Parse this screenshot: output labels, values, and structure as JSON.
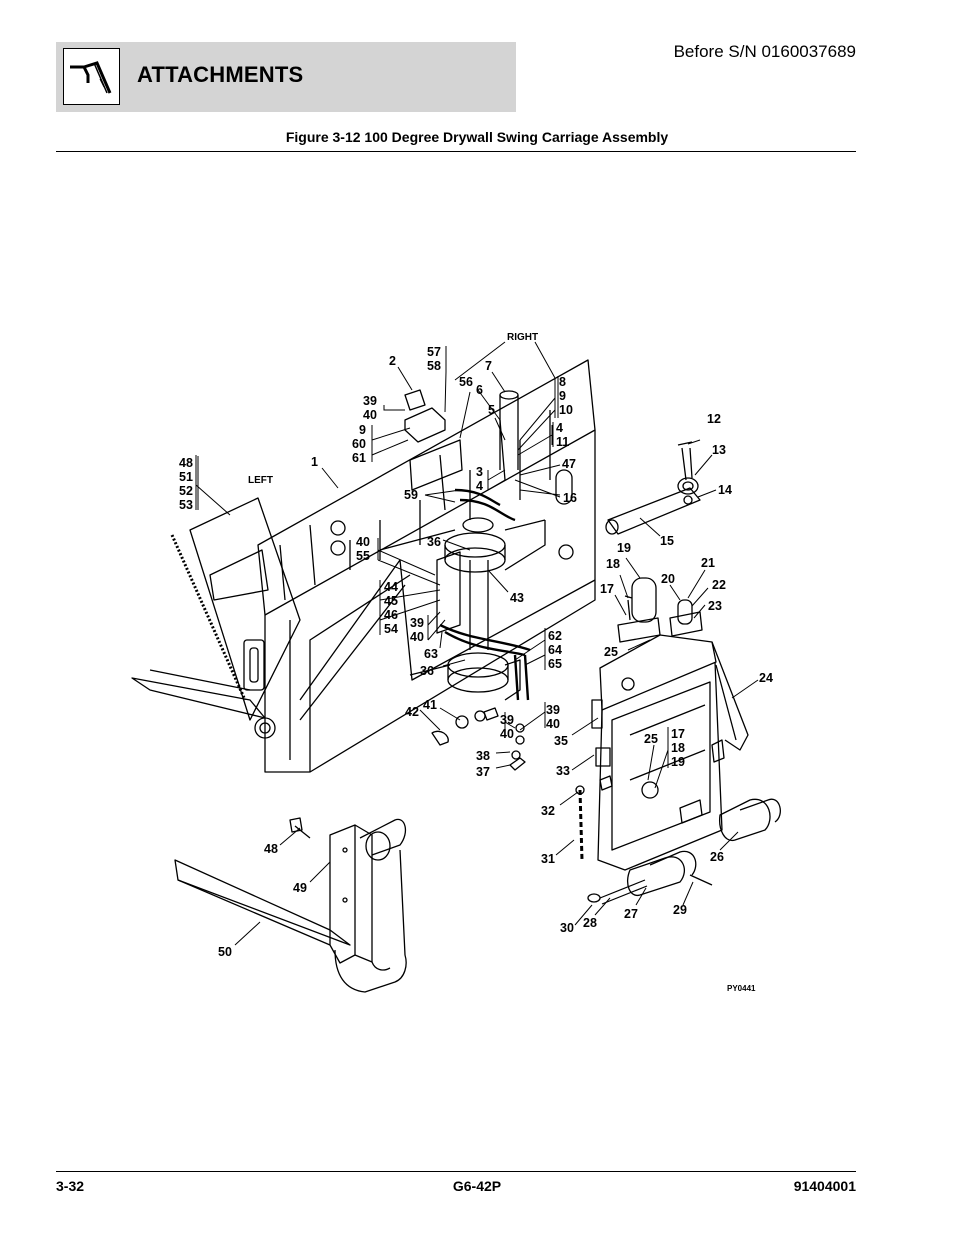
{
  "header": {
    "section_title": "ATTACHMENTS",
    "serial_note": "Before S/N 0160037689",
    "logo_icon": "attachment-hook-icon"
  },
  "figure": {
    "title": "Figure 3-12 100 Degree Drywall Swing Carriage Assembly",
    "drawing_id": "PY0441",
    "side_labels": {
      "right": "RIGHT",
      "left": "LEFT"
    },
    "callouts": {
      "c1": "1",
      "c2": "2",
      "c3": "3",
      "c4a": "4",
      "c4b": "4",
      "c5": "5",
      "c6": "6",
      "c7": "7",
      "c8": "8",
      "c9a": "9",
      "c9b": "9",
      "c10": "10",
      "c11": "11",
      "c12": "12",
      "c13": "13",
      "c14": "14",
      "c15": "15",
      "c16": "16",
      "c17a": "17",
      "c17b": "17",
      "c18a": "18",
      "c18b": "18",
      "c19a": "19",
      "c19b": "19",
      "c20": "20",
      "c21": "21",
      "c22": "22",
      "c23": "23",
      "c24": "24",
      "c25a": "25",
      "c25b": "25",
      "c26": "26",
      "c27": "27",
      "c28": "28",
      "c29": "29",
      "c30": "30",
      "c31": "31",
      "c32": "32",
      "c33": "33",
      "c35": "35",
      "c36a": "36",
      "c36b": "36",
      "c37": "37",
      "c38": "38",
      "c39a": "39",
      "c39b": "39",
      "c39c": "39",
      "c39d": "39",
      "c40a": "40",
      "c40b": "40",
      "c40c": "40",
      "c40d": "40",
      "c40e": "40",
      "c41": "41",
      "c42": "42",
      "c43": "43",
      "c44": "44",
      "c45": "45",
      "c46": "46",
      "c47": "47",
      "c48a": "48",
      "c48b": "48",
      "c49": "49",
      "c50": "50",
      "c51": "51",
      "c52": "52",
      "c53": "53",
      "c54": "54",
      "c55": "55",
      "c56": "56",
      "c57": "57",
      "c58": "58",
      "c59": "59",
      "c60": "60",
      "c61": "61",
      "c62": "62",
      "c63": "63",
      "c64": "64",
      "c65": "65"
    }
  },
  "footer": {
    "page_number": "3-32",
    "model": "G6-42P",
    "part_number": "91404001"
  }
}
